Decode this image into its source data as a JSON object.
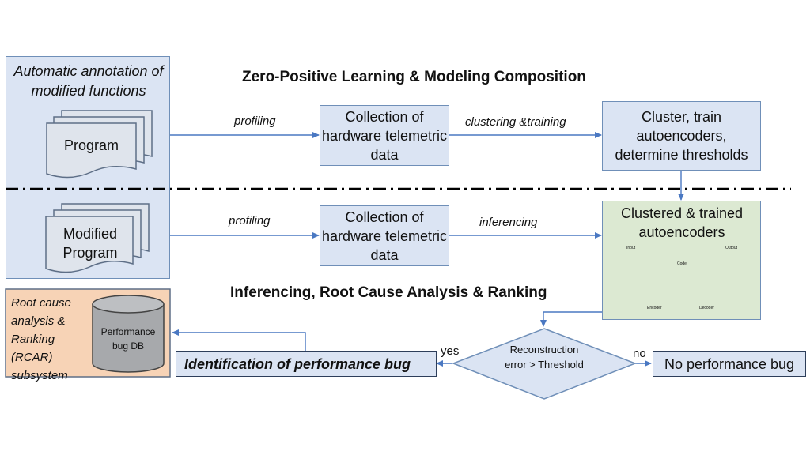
{
  "titles": {
    "top": "Zero-Positive Learning & Modeling Composition",
    "bottom": "Inferencing, Root Cause Analysis & Ranking"
  },
  "left_panel": {
    "annotation": "Automatic annotation of modified functions",
    "program": "Program",
    "modified_program": "Modified Program"
  },
  "edges": {
    "profiling_top": "profiling",
    "clustering_training": "clustering &training",
    "profiling_bottom": "profiling",
    "inferencing": "inferencing",
    "yes": "yes",
    "no": "no"
  },
  "boxes": {
    "collection_top": "Collection of hardware telemetric data",
    "cluster_train": "Cluster, train autoencoders, determine thresholds",
    "collection_bottom": "Collection of hardware telemetric data",
    "clustered_trained": "Clustered & trained autoencoders",
    "identification": "Identification of performance bug",
    "decision": "Reconstruction error > Threshold",
    "no_bug": "No performance bug"
  },
  "rcar": {
    "label": "Root cause analysis & Ranking (RCAR) subsystem",
    "db": "Performance bug DB"
  },
  "autoencoder": {
    "input": "Input",
    "output": "Output",
    "code": "Code",
    "encoder": "Encoder",
    "decoder": "Decoder"
  },
  "colors": {
    "box_fill": "#dbe4f3",
    "box_border": "#6f8fb8",
    "arrow": "#4a78c2",
    "green_fill": "#dce9d2",
    "rcar_fill": "#f7d3b6",
    "db_fill": "#a7a9ac"
  }
}
